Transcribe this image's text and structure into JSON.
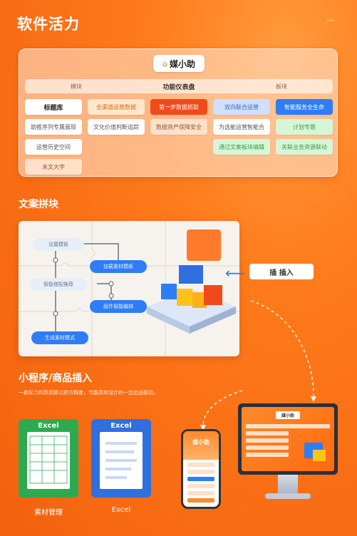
{
  "header": {
    "title": "软件活力",
    "corner_text": "。。。"
  },
  "dashboard": {
    "logo": "媒小助",
    "tabs": [
      "模块",
      "功能仪表盘",
      "板块"
    ],
    "active_tab": 1,
    "cells": [
      {
        "text": "标题库",
        "style": "c-head",
        "col": 0,
        "row": 0
      },
      {
        "text": "全渠道运营数据",
        "style": "c-orange",
        "col": 1,
        "row": 0
      },
      {
        "text": "第一步数据抓取",
        "style": "c-red",
        "col": 2,
        "row": 0
      },
      {
        "text": "双向联合运营",
        "style": "c-blue-l",
        "col": 3,
        "row": 0
      },
      {
        "text": "智能服务全生命",
        "style": "c-blue",
        "col": 4,
        "row": 0
      },
      {
        "text": "助推序列专属展现",
        "style": "c-white",
        "col": 0,
        "row": 1
      },
      {
        "text": "文化价值判断追踪",
        "style": "c-white",
        "col": 1,
        "row": 1
      },
      {
        "text": "数据资产保障安全",
        "style": "c-peach",
        "col": 2,
        "row": 1
      },
      {
        "text": "为选能运营智能合",
        "style": "c-white",
        "col": 3,
        "row": 1
      },
      {
        "text": "计划专题",
        "style": "c-green",
        "col": 4,
        "row": 1
      },
      {
        "text": "运营历史空间",
        "style": "c-white",
        "col": 0,
        "row": 2
      },
      {
        "text": "通过文案板块编辑",
        "style": "c-green",
        "col": 3,
        "row": 2
      },
      {
        "text": "关联业务资源联动",
        "style": "c-green",
        "col": 4,
        "row": 2
      },
      {
        "text": "未文大字",
        "style": "c-peach",
        "col": 0,
        "row": 3
      }
    ]
  },
  "section_copy": {
    "title": "文案拼块",
    "nodes": [
      {
        "text": "设置模板",
        "kind": "node-l"
      },
      {
        "text": "加载素材模板",
        "kind": "node-b"
      },
      {
        "text": "智能搭配推荐",
        "kind": "node-l"
      },
      {
        "text": "组件智能编排",
        "kind": "node-b"
      },
      {
        "text": "生成素材模式",
        "kind": "node-b"
      }
    ],
    "insert_label": "插 插入"
  },
  "section_mini": {
    "title": "小程序/商品插入",
    "subtitle": "一款标力的高到那以即方精度，节能高效设计的一连店品联动。",
    "docs": [
      {
        "tag": "Excel",
        "label": "素材管理"
      },
      {
        "tag": "Excel",
        "label": "Excel"
      }
    ],
    "phone_title": "媒小助",
    "monitor_logo": "媒小助"
  },
  "colors": {
    "accent": "#ff6a00",
    "blue": "#2f7df5",
    "red": "#f04a1a",
    "green": "#2daa50"
  }
}
